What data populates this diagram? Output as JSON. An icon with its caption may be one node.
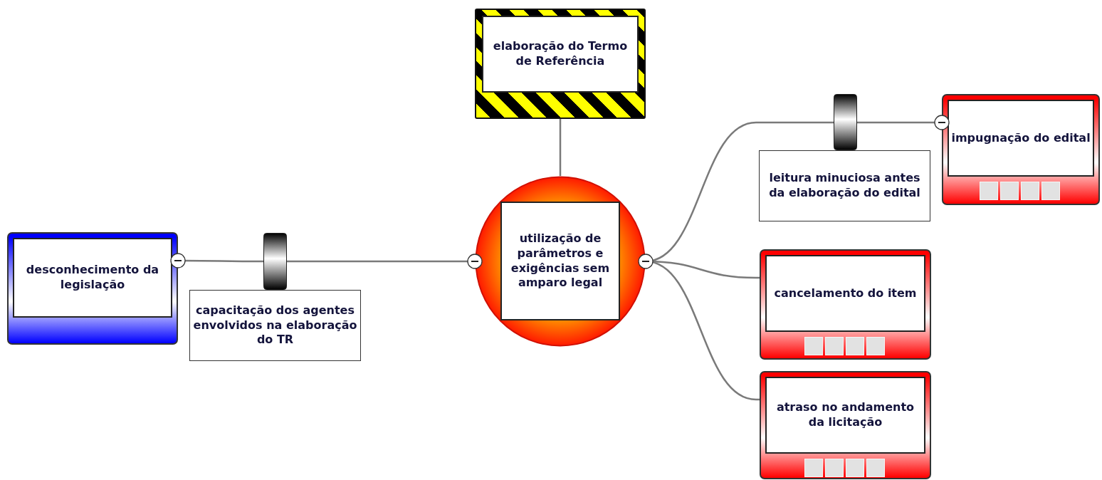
{
  "diagram": {
    "nodes": [
      {
        "text": [
          "elaboração do Termo de Referência"
        ]
      },
      {
        "text": [
          "utilização de parâmetros e exigências sem amparo legal"
        ]
      },
      {
        "text": [
          "desconhecimento da legislação"
        ]
      },
      {
        "text": [
          "capacitação dos agentes envolvidos na elaboração do TR"
        ]
      },
      {
        "text": [
          "leitura minuciosa antes da elaboração do edital"
        ]
      },
      {
        "text": [
          "impugnação do edital"
        ]
      },
      {
        "text": [
          "cancelamento do item"
        ]
      },
      {
        "text": [
          "atraso no andamento da licitação"
        ]
      },
      {
        "text": [],
        "shape": "bar"
      },
      {
        "text": [],
        "shape": "bar"
      }
    ],
    "edges": [
      {
        "from": 0,
        "to": 1,
        "arrow": "none"
      },
      {
        "from": 2,
        "to": 8,
        "arrow": "none"
      },
      {
        "from": 8,
        "to": 1,
        "arrow": "none"
      },
      {
        "from": 1,
        "to": 9,
        "arrow": "none"
      },
      {
        "from": 9,
        "to": 5,
        "arrow": "none"
      },
      {
        "from": 1,
        "to": 6,
        "arrow": "none"
      },
      {
        "from": 1,
        "to": 7,
        "arrow": "none"
      }
    ]
  }
}
